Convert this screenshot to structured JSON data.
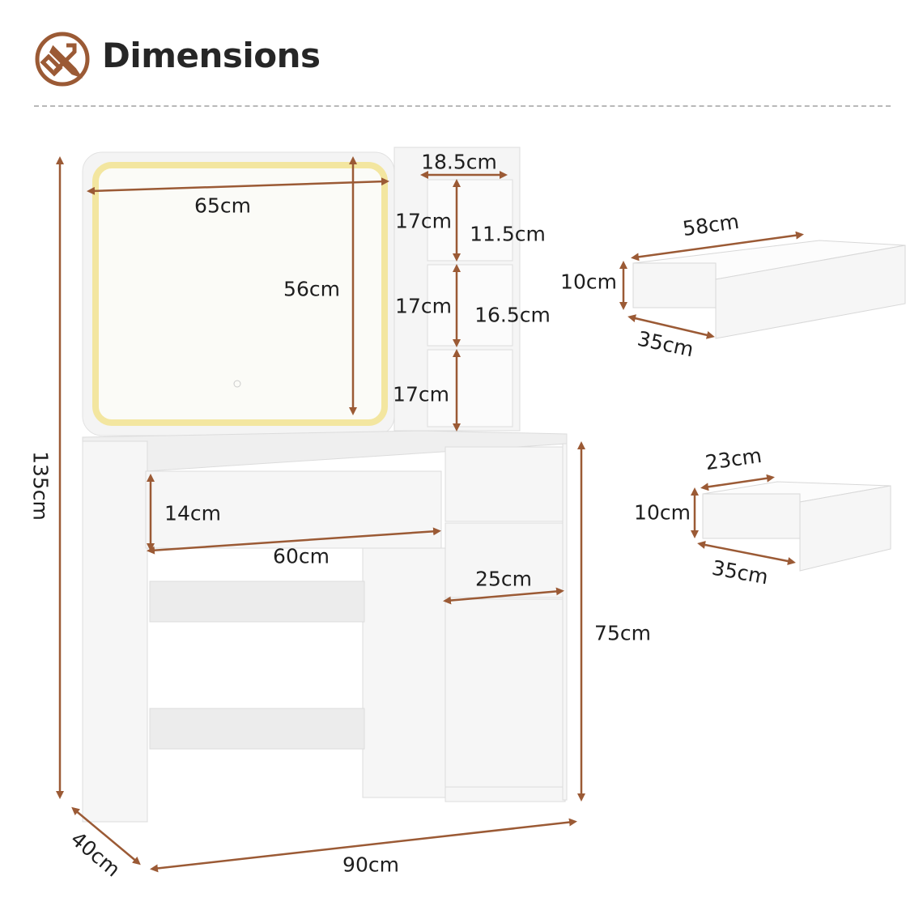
{
  "header": {
    "title": "Dimensions",
    "icon": "ruler-pencil-icon"
  },
  "colors": {
    "accent": "#9b5a35",
    "text": "#1e1e1e",
    "furniture": "#f6f6f6"
  },
  "dimensions": {
    "shelf_width": "18.5cm",
    "mirror_width": "65cm",
    "mirror_height": "56cm",
    "shelf1_height": "17cm",
    "shelf1_depth": "11.5cm",
    "shelf2_height": "17cm",
    "shelf2_depth": "16.5cm",
    "shelf3_height": "17cm",
    "total_height": "135cm",
    "drawer_height": "14cm",
    "drawer_width": "60cm",
    "cabinet_width": "25cm",
    "desk_height": "75cm",
    "depth": "40cm",
    "total_width": "90cm"
  },
  "large_drawer": {
    "width": "58cm",
    "height": "10cm",
    "depth": "35cm"
  },
  "small_drawer": {
    "width": "23cm",
    "height": "10cm",
    "depth": "35cm"
  }
}
